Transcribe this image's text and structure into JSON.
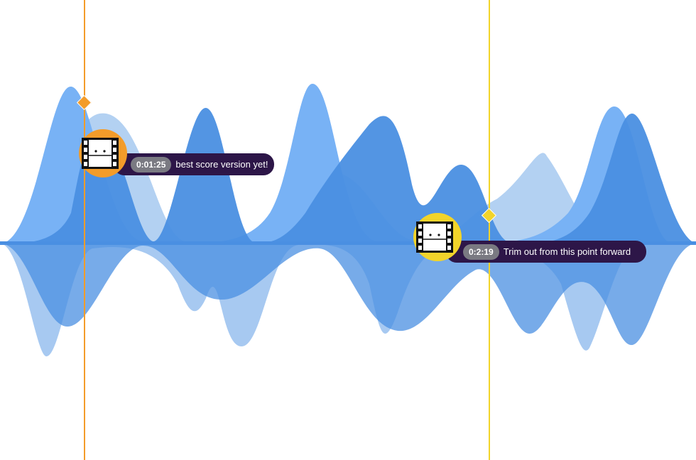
{
  "accent_colors": {
    "marker_1": "#f39c2a",
    "marker_2": "#f2d42a",
    "comment_bg": "#2d1648",
    "time_badge_bg": "#7a7a82",
    "wave_light": "#78b2f5",
    "wave_mid": "#4a8fe2",
    "wave_pale": "#b3d1f2"
  },
  "markers": [
    {
      "color": "#f39c2a",
      "icon": "film-reel-icon",
      "time": "0:01:25",
      "text": "best score version yet!"
    },
    {
      "color": "#f2d42a",
      "icon": "film-reel-icon",
      "time": "0:2:19",
      "text": "Trim out from this point forward"
    }
  ]
}
